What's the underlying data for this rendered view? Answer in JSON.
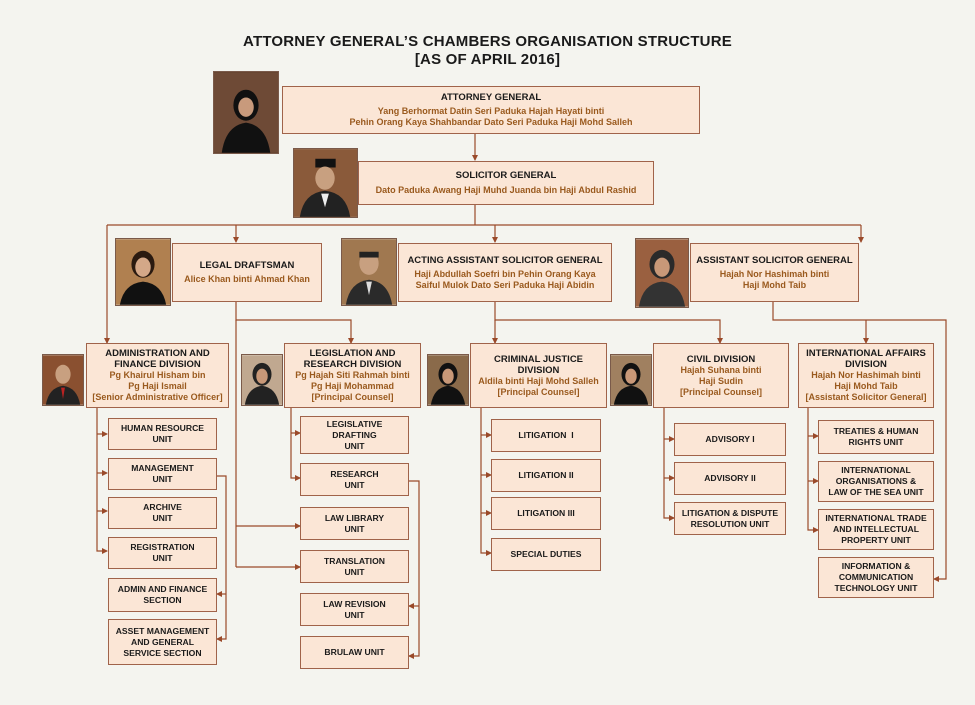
{
  "title_line1": "ATTORNEY GENERAL’S CHAMBERS ORGANISATION STRUCTURE",
  "title_line2": "[AS OF APRIL 2016]",
  "colors": {
    "box_fill": "#fbe6d6",
    "box_border": "#a0634a",
    "line": "#9a4a2a",
    "name_text": "#9a5a1e"
  },
  "ag": {
    "role": "ATTORNEY GENERAL",
    "name1": "Yang Berhormat Datin Seri Paduka Hajah Hayati binti",
    "name2": "Pehin Orang Kaya Shahbandar Dato Seri Paduka Haji Mohd Salleh"
  },
  "sg": {
    "role": "SOLICITOR GENERAL",
    "name1": "Dato Paduka Awang Haji Muhd Juanda bin Haji Abdul Rashid"
  },
  "ld": {
    "role": "LEGAL DRAFTSMAN",
    "name1": "Alice Khan binti Ahmad Khan"
  },
  "aasg": {
    "role": "ACTING ASSISTANT SOLICITOR GENERAL",
    "name1": "Haji Abdullah Soefri bin Pehin Orang Kaya",
    "name2": "Saiful Mulok Dato Seri Paduka Haji Abidin"
  },
  "asg": {
    "role": "ASSISTANT SOLICITOR GENERAL",
    "name1": "Hajah Nor Hashimah binti",
    "name2": "Haji Mohd Taib"
  },
  "divisions": {
    "admin": {
      "role1": "ADMINISTRATION AND",
      "role2": "FINANCE DIVISION",
      "name1": "Pg Khairul Hisham bin",
      "name2": "Pg Haji Ismail",
      "name3": "[Senior Administrative Officer]"
    },
    "legis": {
      "role1": "LEGISLATION AND",
      "role2": "RESEARCH DIVISION",
      "name1": "Pg Hajah Siti Rahmah binti",
      "name2": "Pg Haji Mohammad",
      "name3": "[Principal Counsel]"
    },
    "criminal": {
      "role1": "CRIMINAL JUSTICE",
      "role2": "DIVISION",
      "name1": "Aldila binti Haji Mohd Salleh",
      "name2": "[Principal Counsel]"
    },
    "civil": {
      "role1": "CIVIL DIVISION",
      "name1": "Hajah Suhana binti",
      "name2": "Haji Sudin",
      "name3": "[Principal Counsel]"
    },
    "intl": {
      "role1": "INTERNATIONAL AFFAIRS",
      "role2": "DIVISION",
      "name1": "Hajah Nor Hashimah binti",
      "name2": "Haji Mohd Taib",
      "name3": "[Assistant Solicitor General]"
    }
  },
  "units": {
    "admin": [
      [
        "HUMAN RESOURCE",
        "UNIT"
      ],
      [
        "MANAGEMENT",
        "UNIT"
      ],
      [
        "ARCHIVE",
        "UNIT"
      ],
      [
        "REGISTRATION",
        "UNIT"
      ],
      [
        "ADMIN AND FINANCE",
        "SECTION"
      ],
      [
        "ASSET MANAGEMENT",
        "AND GENERAL",
        "SERVICE SECTION"
      ]
    ],
    "legis_a": [
      [
        "LEGISLATIVE",
        "DRAFTING",
        "UNIT"
      ],
      [
        "RESEARCH",
        "UNIT"
      ]
    ],
    "legis_b": [
      [
        "LAW LIBRARY",
        "UNIT"
      ],
      [
        "TRANSLATION",
        "UNIT"
      ],
      [
        "LAW REVISION",
        "UNIT"
      ],
      [
        "BRULAW UNIT"
      ]
    ],
    "criminal": [
      [
        "LITIGATION  I"
      ],
      [
        "LITIGATION II"
      ],
      [
        "LITIGATION III"
      ],
      [
        "SPECIAL DUTIES"
      ]
    ],
    "civil": [
      [
        "ADVISORY I"
      ],
      [
        "ADVISORY II"
      ],
      [
        "LITIGATION & DISPUTE",
        "RESOLUTION UNIT"
      ]
    ],
    "intl": [
      [
        "TREATIES & HUMAN",
        "RIGHTS UNIT"
      ],
      [
        "INTERNATIONAL",
        "ORGANISATIONS &",
        "LAW OF THE SEA UNIT"
      ],
      [
        "INTERNATIONAL TRADE",
        "AND INTELLECTUAL",
        "PROPERTY UNIT"
      ],
      [
        "INFORMATION &",
        "COMMUNICATION",
        "TECHNOLOGY UNIT"
      ]
    ]
  }
}
